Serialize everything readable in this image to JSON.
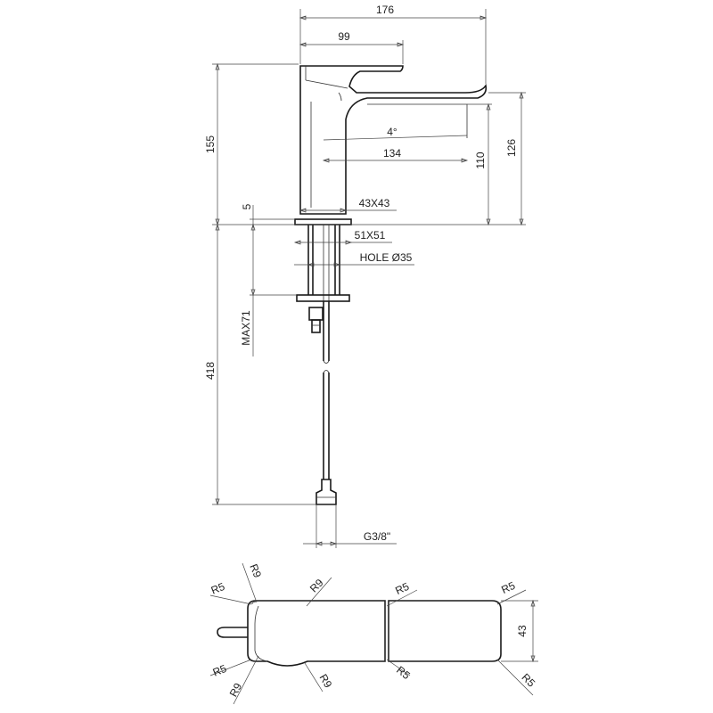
{
  "side_view": {
    "dim_overall_length": "176",
    "dim_lever_length": "99",
    "dim_spout_reach": "134",
    "angle": "4°",
    "dim_body_section": "43X43",
    "dim_total_height": "155",
    "dim_spout_outlet_height": "110",
    "dim_spout_top_height": "126",
    "dim_base_thickness": "5",
    "dim_base_plate": "51X51",
    "dim_hole": "HOLE Ø35",
    "dim_max_thickness": "MAX71",
    "dim_hose_length": "418",
    "dim_thread": "G3/8\""
  },
  "top_view": {
    "radius_5": "R5",
    "radius_9": "R9",
    "dim_width": "43"
  }
}
